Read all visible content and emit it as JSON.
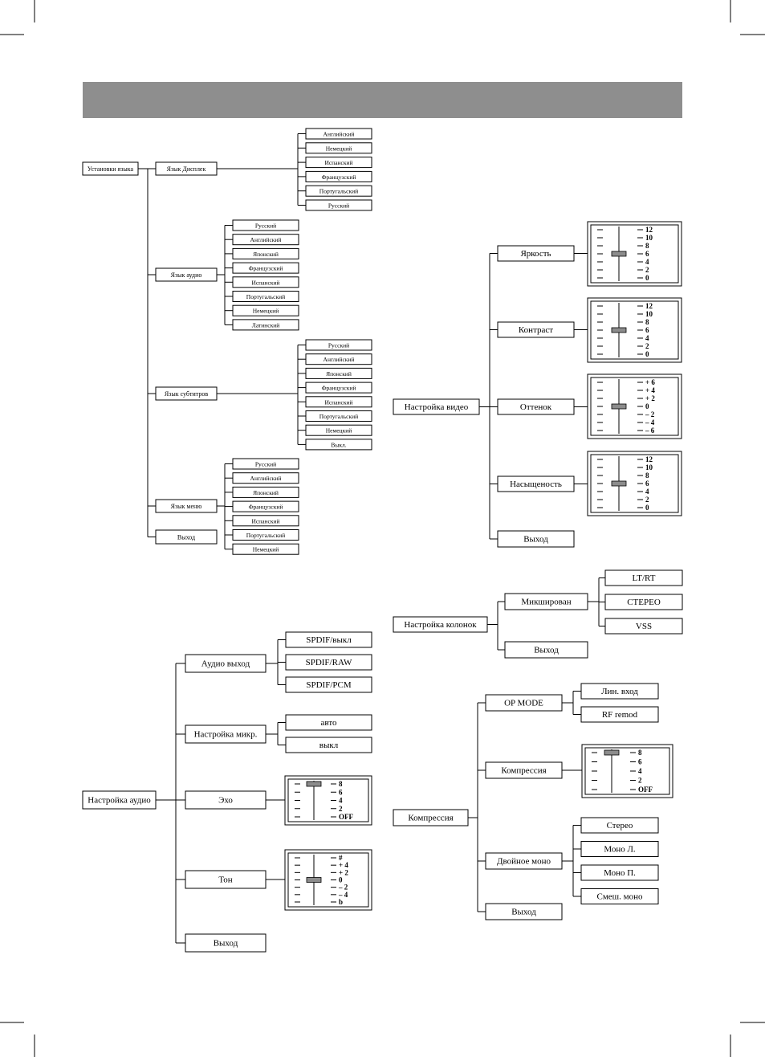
{
  "language_tree": {
    "root": "Установки языка",
    "display": {
      "label": "Язык Дисплек",
      "options": [
        "Английский",
        "Немецкий",
        "Испанский",
        "Французский",
        "Португальский",
        "Русский"
      ]
    },
    "audio": {
      "label": "Язык аудио",
      "options": [
        "Русский",
        "Английский",
        "Японский",
        "Французский",
        "Испанский",
        "Португальский",
        "Немецкий",
        "Латинский"
      ]
    },
    "subtitles": {
      "label": "Язык субтитров",
      "options": [
        "Русский",
        "Английский",
        "Японский",
        "Французский",
        "Испанский",
        "Португальский",
        "Немецкий",
        "Выкл."
      ]
    },
    "menu": {
      "label": "Язык меню",
      "options": [
        "Русский",
        "Английский",
        "Японский",
        "Французский",
        "Испанский",
        "Португальский",
        "Немецкий"
      ]
    },
    "exit": "Выход"
  },
  "video_tree": {
    "root": "Настройка видео",
    "items": [
      {
        "label": "Яркость",
        "scale": [
          "12",
          "10",
          "8",
          "6",
          "4",
          "2",
          "0"
        ],
        "level": 3
      },
      {
        "label": "Контраст",
        "scale": [
          "12",
          "10",
          "8",
          "6",
          "4",
          "2",
          "0"
        ],
        "level": 3
      },
      {
        "label": "Оттенок",
        "scale": [
          "+ 6",
          "+ 4",
          "+ 2",
          "0",
          "– 2",
          "– 4",
          "– 6"
        ],
        "level": 3
      },
      {
        "label": "Насыщеность",
        "scale": [
          "12",
          "10",
          "8",
          "6",
          "4",
          "2",
          "0"
        ],
        "level": 3
      }
    ],
    "exit": "Выход"
  },
  "speaker_tree": {
    "root": "Настройка колонок",
    "mix": {
      "label": "Микширован",
      "options": [
        "LT/RT",
        "СТЕРЕО",
        "VSS"
      ]
    },
    "exit": "Выход"
  },
  "audio_tree": {
    "root": "Настройка аудио",
    "output": {
      "label": "Аудио выход",
      "options": [
        "SPDIF/выкл",
        "SPDIF/RAW",
        "SPDIF/PCM"
      ]
    },
    "mic": {
      "label": "Настройка микр.",
      "options": [
        "авто",
        "выкл"
      ]
    },
    "echo": {
      "label": "Эхо",
      "scale": [
        "8",
        "6",
        "4",
        "2",
        "OFF"
      ],
      "level": 0
    },
    "tone": {
      "label": "Тон",
      "scale": [
        "#",
        "+ 4",
        "+ 2",
        "0",
        "– 2",
        "– 4",
        "b"
      ],
      "level": 3
    },
    "exit": "Выход"
  },
  "compression_tree": {
    "root": "Компрессия",
    "op_mode": {
      "label": "OP MODE",
      "options": [
        "Лин. вход",
        "RF remod"
      ]
    },
    "compression": {
      "label": "Компрессия",
      "scale": [
        "8",
        "6",
        "4",
        "2",
        "OFF"
      ],
      "level": 0
    },
    "dual_mono": {
      "label": "Двойное моно",
      "options": [
        "Стерео",
        "Моно Л.",
        "Моно П.",
        "Смеш. моно"
      ]
    },
    "exit": "Выход"
  }
}
